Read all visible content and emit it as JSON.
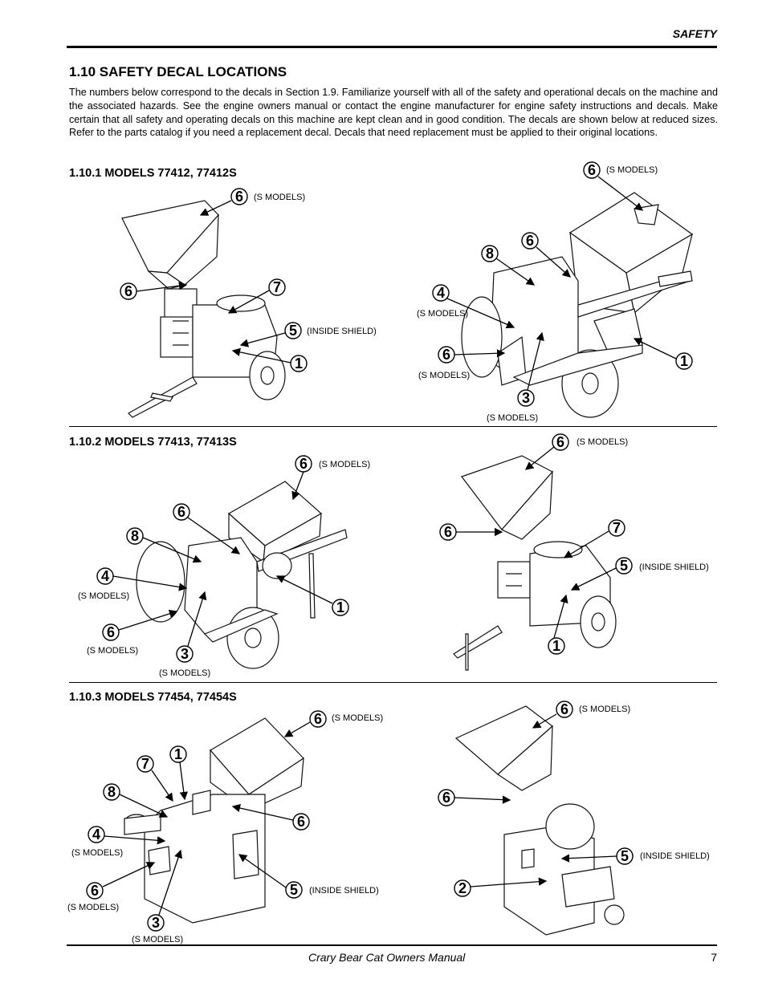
{
  "header": {
    "section": "SAFETY"
  },
  "title": "1.10 SAFETY DECAL LOCATIONS",
  "intro": "The numbers below correspond to the decals in Section 1.9.  Familiarize yourself with all of the safety and operational decals on the machine and the associated hazards.  See the engine owners manual or contact the engine manufacturer for engine safety instructions and decals.  Make certain that all safety and operating decals on this machine are kept clean and in good condition.  The decals are shown below at reduced sizes.  Refer to the parts catalog if you need a replacement decal.  Decals that need replacement must be applied to their original locations.",
  "subsections": [
    {
      "label": "1.10.1  MODELS 77412, 77412S"
    },
    {
      "label": "1.10.2  MODELS 77413, 77413S"
    },
    {
      "label": "1.10.3  MODELS 77454, 77454S"
    }
  ],
  "captions": {
    "s_models": "(S MODELS)",
    "inside_shield": "(INSIDE SHIELD)"
  },
  "figure1_left": {
    "callouts": [
      "6",
      "6",
      "7",
      "5",
      "1"
    ]
  },
  "figure1_right": {
    "callouts": [
      "6",
      "8",
      "6",
      "4",
      "6",
      "3",
      "1"
    ]
  },
  "figure2_left": {
    "callouts": [
      "6",
      "6",
      "8",
      "4",
      "6",
      "3",
      "1"
    ]
  },
  "figure2_right": {
    "callouts": [
      "6",
      "6",
      "7",
      "5",
      "1"
    ]
  },
  "figure3_left": {
    "callouts": [
      "6",
      "7",
      "1",
      "8",
      "6",
      "4",
      "6",
      "5",
      "3"
    ]
  },
  "figure3_right": {
    "callouts": [
      "6",
      "6",
      "5",
      "2"
    ]
  },
  "footer": {
    "manual": "Crary Bear Cat Owners Manual",
    "page": "7"
  }
}
